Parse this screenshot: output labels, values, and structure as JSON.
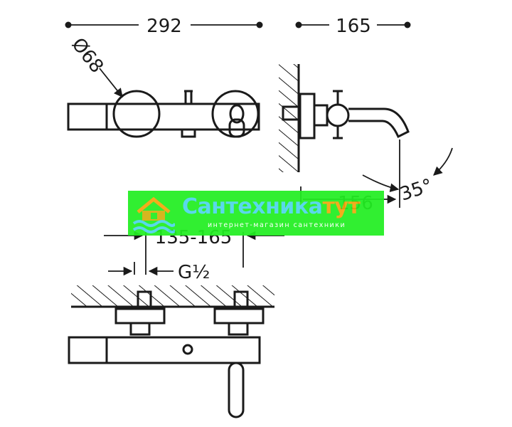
{
  "dimensions": {
    "overall_length": "292",
    "depth": "165",
    "spout_reach": "156",
    "escutcheon_diameter": "Ø68",
    "spout_angle": "35°",
    "centers": "135-165",
    "thread": "G½"
  },
  "watermark": {
    "brand_main": "Сантехника",
    "brand_accent": "тут",
    "tagline": "интернет-магазин сантехники",
    "background_color": "#22ee22",
    "brand_color": "#4ed6ea",
    "accent_color": "#f2a60c"
  }
}
